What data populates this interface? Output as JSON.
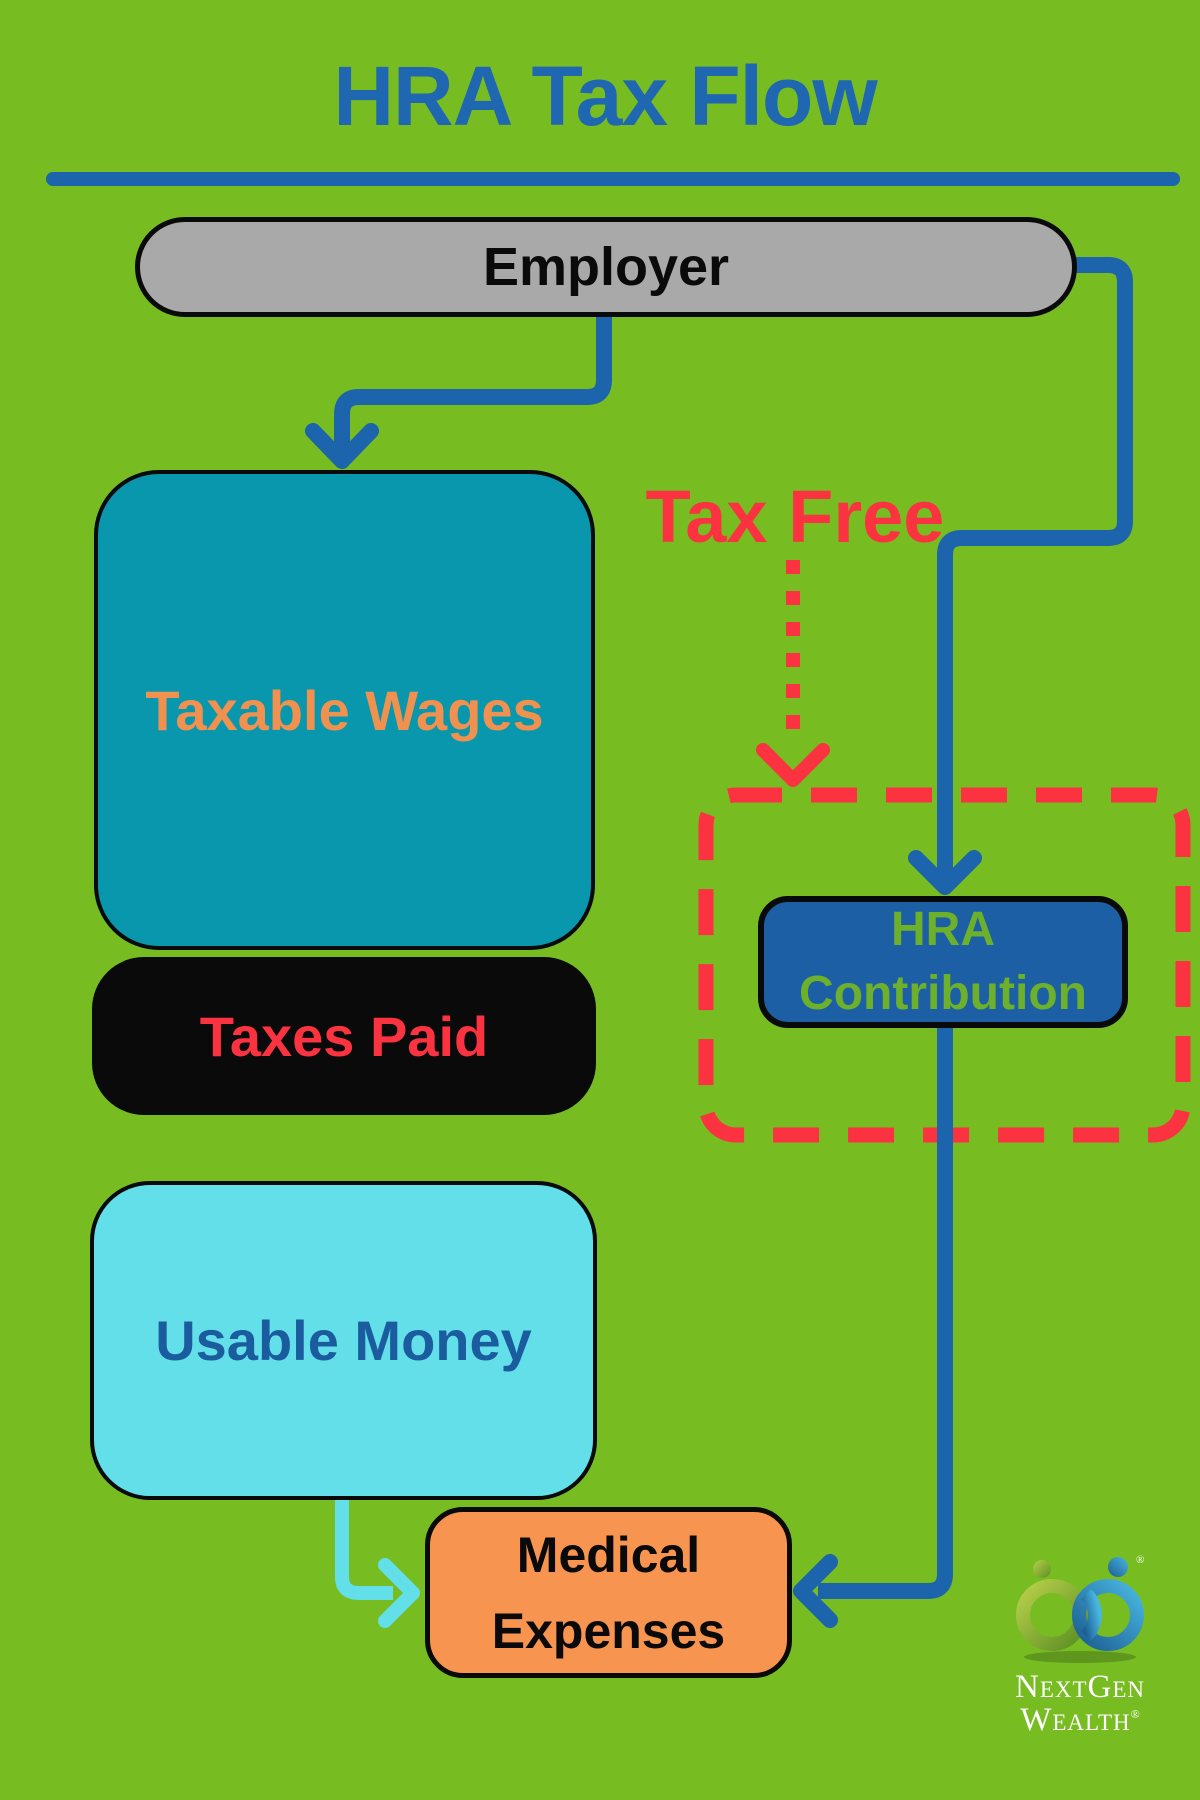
{
  "title": "HRA Tax Flow",
  "annotations": {
    "tax_free": "Tax Free"
  },
  "nodes": {
    "employer": {
      "label": "Employer"
    },
    "taxable_wages": {
      "label": "Taxable Wages"
    },
    "taxes_paid": {
      "label": "Taxes Paid"
    },
    "usable_money": {
      "label": "Usable Money"
    },
    "hra_contribution": {
      "label_line1": "HRA",
      "label_line2": "Contribution"
    },
    "medical_expenses": {
      "label_line1": "Medical",
      "label_line2": "Expenses"
    }
  },
  "logo": {
    "line1": "NextGen",
    "line2": "Wealth",
    "registered": "®"
  },
  "colors": {
    "green_bg": "#77bd22",
    "green_text": "#6cb02b",
    "title_blue": "#1f67b0",
    "line_blue": "#1c64ab",
    "box_blue": "#1d5fa4",
    "text_blue": "#1a5c9e",
    "teal": "#0897ac",
    "cyan": "#62dfe9",
    "orange_text": "#f1914f",
    "orange_box": "#f79450",
    "red": "#fb3240",
    "gray": "#a9a9a9",
    "ink": "#0a0a0a",
    "white": "#ffffff",
    "logo_green": "#8fbb36",
    "logo_blue": "#2b7fc2"
  }
}
